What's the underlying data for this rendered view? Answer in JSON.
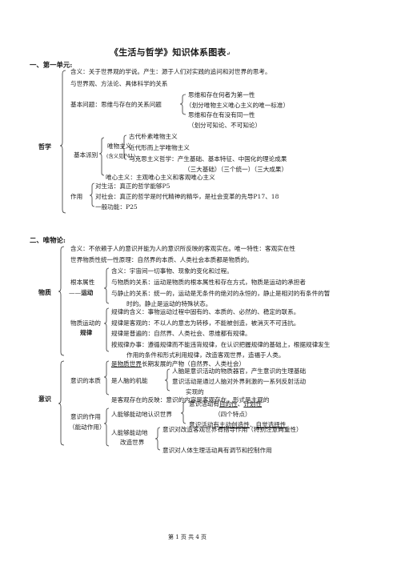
{
  "title": "《生活与哲学》知识体系图表",
  "title_mark": "↵",
  "unit1": {
    "heading": "一、第一单元:",
    "root": "哲学",
    "meaning": "含义：关于世界观的学说。产生：源于人们对实践的追问和对世界的思考。",
    "relation": "与世界观、方法论、具体科学的关系",
    "basic_problem": "基本问题：思维与存在的关系问题",
    "bp_items": [
      "思维和存在何者为第一性",
      "（划分唯物主义唯心主义的唯一标准）",
      "思维和存在有没有同一性",
      "（划分可知论、不可知论）"
    ],
    "schools": "基本派别",
    "materialism": "唯物主义",
    "materialism_note": "(含义见P41)",
    "mat_items": [
      "古代朴素唯物主义",
      "近代形而上学唯物主义",
      "马克思主义哲学：产生基础、基本特征、中国化的理论成果",
      "（三大基础）（三个统一）（三大成果）"
    ],
    "idealism": "唯心主义：主观唯心主义和客观唯心主义",
    "function": "作用",
    "func_items": [
      "对生活：真正的哲学能够P5",
      "对社会：真正的哲学是时代精神的精华，是社会变革的先导P17、18",
      "一般功能：P25"
    ]
  },
  "unit2": {
    "heading": "二、唯物论:",
    "matter_root": "物质",
    "matter_meaning": "含义：不依赖于人的意识并能为人的意识所反映的客观实在。唯一特性：客观实在性",
    "matter_unity": "世界物质性统一性原理：自然界的本质、人类社会本质都是物质的。",
    "root_attr": "根本属性",
    "root_attr_dash": "——",
    "motion": "运动",
    "motion_items": [
      "含义：宇宙间一切事物、现象的变化和过程。",
      "与物质的关系：运动是物质的根本属性和存在方式，物质是运动的承担者",
      "与静止的关系：统一的，运动是无条件的绝对的永恒的，静止是相对的有条件的暂",
      "时的。静止是运动的特殊状态。"
    ],
    "law_label_1": "物质运动的",
    "law_label_2": "规律",
    "law_items": [
      "规律的含义：事物运动过程中固有的、本质的、必然的、稳定的联系。",
      "规律是客观的：不以人的意志为转移，不能被创造，被消灭不可违抗。",
      "规律是普遍的：自然界、人类社会、思维都有规律。",
      "按规律办事：遵循规律而不能违背规律，在认识把握规律的基础上，根据规律发生",
      "作用的条件和形式利用规律，改造客观世界，造福于人类。"
    ],
    "consciousness_root": "意识",
    "essence": "意识的本质",
    "product_1": "是物质世界",
    "product_2": "长期发展的产物（自然界、人类社会）",
    "brain_function": "是人脑的机能",
    "brain_items": [
      "人脑是意识活动的物质器官，产生意识的生理基础",
      "意识活动是通过人脑对外界刺激的一系列反射活动",
      "实现的"
    ],
    "reflection": "是客观存在的反映：意识的内容是客观存在，形式是主观的",
    "role_1": "意识的作用",
    "role_2": "（能动作用）",
    "know": "人能够能动地认识世界",
    "know_items": {
      "l1_pre": "意识活动有",
      "l1_a": "目的性",
      "l1_sep": "、",
      "l1_b": "计划性",
      "l2": "（四个特点）",
      "l3_pre": "意识活动有",
      "l3_a": "主动创造性",
      "l3_sep": "、",
      "l3_b": "自觉选择性"
    },
    "transform_1": "人能够能动地",
    "transform_2": "改造世界",
    "transform_items": [
      "意识对改造客观世界有指导作用（特别注意两重性）",
      "意识对人体生理活动具有调节和控制作用"
    ]
  },
  "footer": "第 1 页 共 4 页"
}
